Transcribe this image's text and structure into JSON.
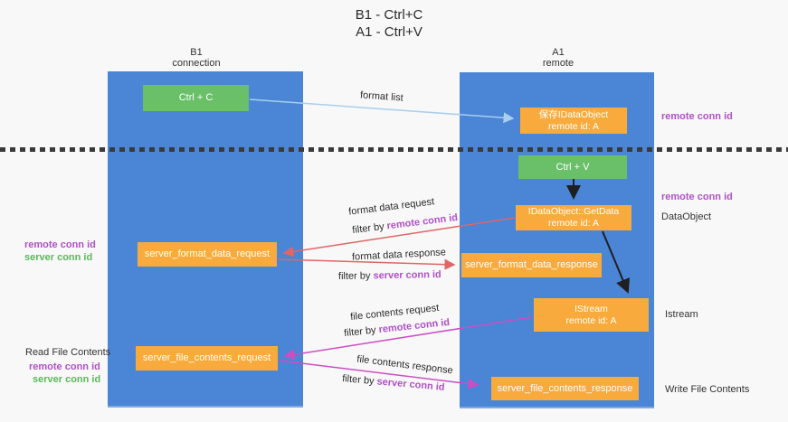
{
  "title": {
    "line1": "B1 - Ctrl+C",
    "line2": "A1 - Ctrl+V"
  },
  "columns": {
    "left": {
      "header_line1": "B1",
      "header_line2": "connection"
    },
    "right": {
      "header_line1": "A1",
      "header_line2": "remote"
    }
  },
  "nodes": {
    "ctrl_c": "Ctrl + C",
    "ctrl_v": "Ctrl + V",
    "save_dataobject": {
      "line1": "保存IDataObject",
      "line2": "remote id: A"
    },
    "getdata": {
      "line1": "IDataObject::GetData",
      "line2": "remote id: A"
    },
    "istream": {
      "line1": "IStream",
      "line2": "remote id: A"
    },
    "server_format_data_request": "server_format_data_request",
    "server_format_data_response": "server_format_data_response",
    "server_file_contents_request": "server_file_contents_request",
    "server_file_contents_response": "server_file_contents_response"
  },
  "edge_labels": {
    "format_list": "format list",
    "format_data_request": "format data request",
    "filter_fmt_req_prefix": "filter by ",
    "filter_fmt_req_highlight": "remote conn id",
    "format_data_response": "format data response",
    "filter_fmt_resp_prefix": "filter by ",
    "filter_fmt_resp_highlight": "server conn id",
    "file_contents_request": "file contents request",
    "filter_file_req_prefix": "filter by ",
    "filter_file_req_highlight": "remote conn id",
    "file_contents_response": "file contents response",
    "filter_file_resp_prefix": "filter by ",
    "filter_file_resp_highlight": "server conn id"
  },
  "side_labels": {
    "right_remote_conn_id_top": "remote conn id",
    "right_remote_conn_id_mid": "remote conn id",
    "right_dataobject": "DataObject",
    "right_istream": "Istream",
    "right_write_file_contents": "Write File Contents",
    "left_remote_conn_id_top": "remote conn id",
    "left_server_conn_id_top": "server conn id",
    "left_read_file_contents": "Read File Contents",
    "left_remote_conn_id_bottom": "remote conn id",
    "left_server_conn_id_bottom": "server conn id"
  },
  "colors": {
    "background": "#f8f8f8",
    "column_blue": "#4a85d6",
    "box_orange": "#f8ab3c",
    "box_green": "#6abf69",
    "arrow_red": "#e06666",
    "arrow_magenta": "#cc4ec4",
    "arrow_light_blue": "#a9cfed",
    "arrow_black": "#1f1f1f",
    "text_purple": "#b050c8",
    "text_green": "#5cb85c",
    "dash_line": "#3a3a3a"
  }
}
